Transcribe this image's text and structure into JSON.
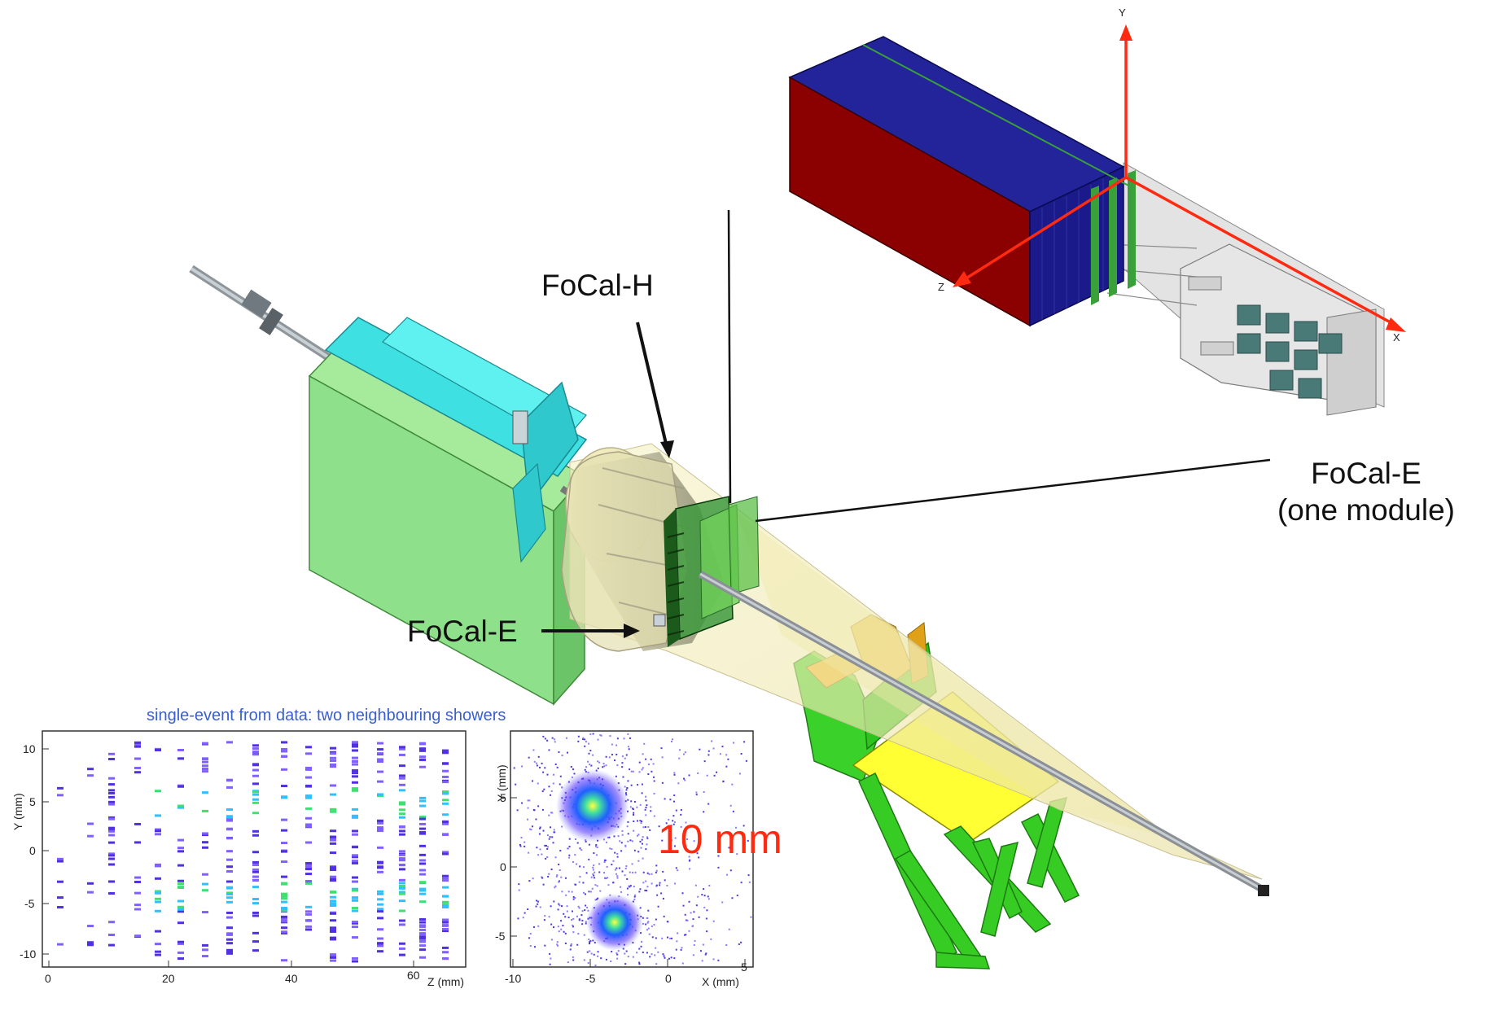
{
  "labels": {
    "focal_h": "FoCal-H",
    "focal_e": "FoCal-E",
    "focal_e_module_line1": "FoCal-E",
    "focal_e_module_line2": "(one module)",
    "distance": "10 mm"
  },
  "inset_axes": {
    "x": "X",
    "y": "Y",
    "z": "Z"
  },
  "plots": {
    "title": "single-event from data: two neighbouring showers",
    "left": {
      "ylabel": "Y (mm)",
      "xlabel": "Z (mm)",
      "yticks": [
        "10",
        "5",
        "0",
        "-5",
        "-10"
      ],
      "xticks": [
        "0",
        "20",
        "40",
        "60"
      ]
    },
    "right": {
      "ylabel": "Y (mm)",
      "xlabel": "X (mm)",
      "yticks": [
        "5",
        "0",
        "-5"
      ],
      "xticks": [
        "-10",
        "-5",
        "0",
        "5"
      ]
    }
  },
  "colors": {
    "magnet_green": "#8fe08a",
    "magnet_cyan": "#2fd4d8",
    "cone": "#f3eeb0",
    "support_green": "#33cc22",
    "platform_yellow": "#ffff33",
    "module_red": "#8b0000",
    "module_blue": "#1a1a90",
    "accent_red": "#ff2a10"
  }
}
